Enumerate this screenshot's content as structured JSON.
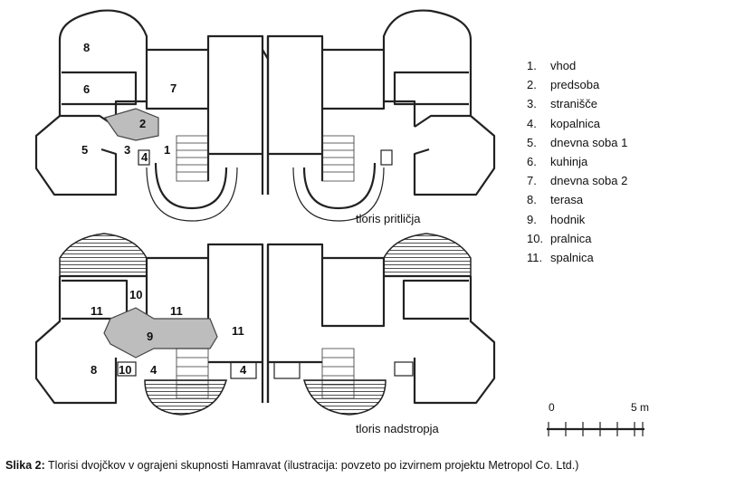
{
  "legend": [
    {
      "num": "1.",
      "label": "vhod"
    },
    {
      "num": "2.",
      "label": "predsoba"
    },
    {
      "num": "3.",
      "label": "stranišče"
    },
    {
      "num": "4.",
      "label": "kopalnica"
    },
    {
      "num": "5.",
      "label": "dnevna soba 1"
    },
    {
      "num": "6.",
      "label": "kuhinja"
    },
    {
      "num": "7.",
      "label": "dnevna soba 2"
    },
    {
      "num": "8.",
      "label": "terasa"
    },
    {
      "num": "9.",
      "label": "hodnik"
    },
    {
      "num": "10.",
      "label": "pralnica"
    },
    {
      "num": "11.",
      "label": "spalnica"
    }
  ],
  "plans": {
    "ground_caption": "tloris pritličja",
    "upper_caption": "tloris nadstropja",
    "ground_room_numbers": [
      "8",
      "6",
      "7",
      "2",
      "5",
      "3",
      "4",
      "1"
    ],
    "upper_room_numbers": [
      "10",
      "11",
      "11",
      "9",
      "11",
      "8",
      "10",
      "4",
      "4"
    ]
  },
  "scale": {
    "left": "0",
    "right": "5 m"
  },
  "caption": {
    "label": "Slika 2:",
    "text": " Tlorisi dvojčkov v ograjeni skupnosti Hamravat (ilustracija: povzeto po izvirnem projektu Metropol Co. Ltd.)"
  },
  "colors": {
    "walls": "#222222",
    "highlight": "#bdbdbd",
    "background": "#ffffff"
  }
}
